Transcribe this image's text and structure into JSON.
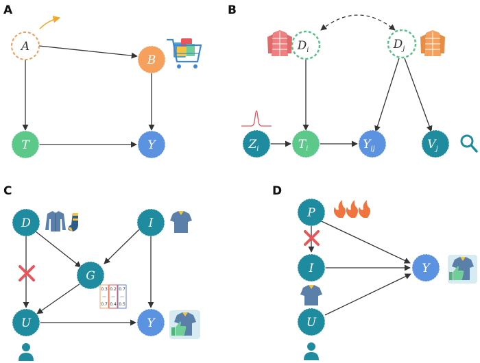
{
  "panels": {
    "a": {
      "label": "A",
      "nodes": {
        "A": "A",
        "B": "B",
        "T": "T",
        "Y": "Y"
      }
    },
    "b": {
      "label": "B",
      "nodes": {
        "D": "D",
        "Di_sub": "i",
        "Dj_sub": "j",
        "Z": "Z",
        "Zi_sub": "i",
        "T": "T",
        "Ti_sub": "i",
        "Y": "Y",
        "Yij_sub": "ij",
        "V": "V",
        "Vj_sub": "j"
      }
    },
    "c": {
      "label": "C",
      "nodes": {
        "D": "D",
        "I": "I",
        "G": "G",
        "U": "U",
        "Y": "Y"
      },
      "matrix": [
        [
          "0.3",
          "0.2",
          "0.7"
        ],
        [
          "—",
          "—",
          "—"
        ],
        [
          "0.7",
          "0.4",
          "0.5"
        ]
      ]
    },
    "d": {
      "label": "D",
      "nodes": {
        "P": "P",
        "I": "I",
        "U": "U",
        "Y": "Y"
      }
    }
  },
  "colors": {
    "teal": "#1f8b9e",
    "blue": "#5b93e0",
    "green": "#5cc98a",
    "orange": "#f5a05c",
    "red": "#e8555a",
    "dashed_orange": "#f29a55",
    "dashed_green": "#59c08a"
  },
  "icons": [
    "shopping-cart-icon",
    "down-jacket-icon",
    "spike-distribution-icon",
    "magnifier-icon",
    "long-sleeve-shirt-icon",
    "sock-icon",
    "polo-shirt-icon",
    "thumbs-up-icon",
    "user-icon",
    "fire-icon",
    "cross-mark-icon"
  ]
}
